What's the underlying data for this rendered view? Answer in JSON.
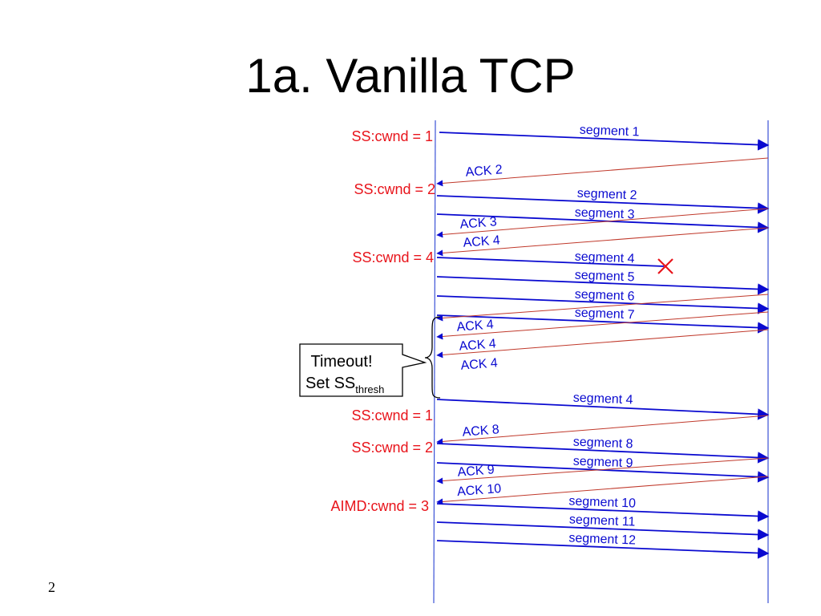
{
  "slide": {
    "title": "1a. Vanilla TCP",
    "page_number": "2"
  },
  "colors": {
    "segment_line": "#0a0ad0",
    "ack_line": "#c0392b",
    "cwnd_label": "#e8141b",
    "loss_marker": "#e8141b",
    "timeline": "#3b52d6"
  },
  "cwnd_labels": [
    "SS:cwnd = 1",
    "SS:cwnd = 2",
    "SS:cwnd = 4",
    "SS:cwnd = 1",
    "SS:cwnd = 2",
    "AIMD:cwnd = 3"
  ],
  "segments": [
    "segment 1",
    "segment 2",
    "segment 3",
    "segment 4",
    "segment 5",
    "segment 6",
    "segment 7",
    "segment 4",
    "segment 8",
    "segment 9",
    "segment 10",
    "segment 11",
    "segment 12"
  ],
  "acks": [
    "ACK 2",
    "ACK 3",
    "ACK 4",
    "ACK 4",
    "ACK 4",
    "ACK 4",
    "ACK 8",
    "ACK 9",
    "ACK 10"
  ],
  "lost_segment": "segment 4",
  "loss_marker_icon": "x-icon",
  "timeout_note": {
    "line1": "Timeout!",
    "line2_base": "Set SS",
    "line2_sub": "thresh"
  }
}
